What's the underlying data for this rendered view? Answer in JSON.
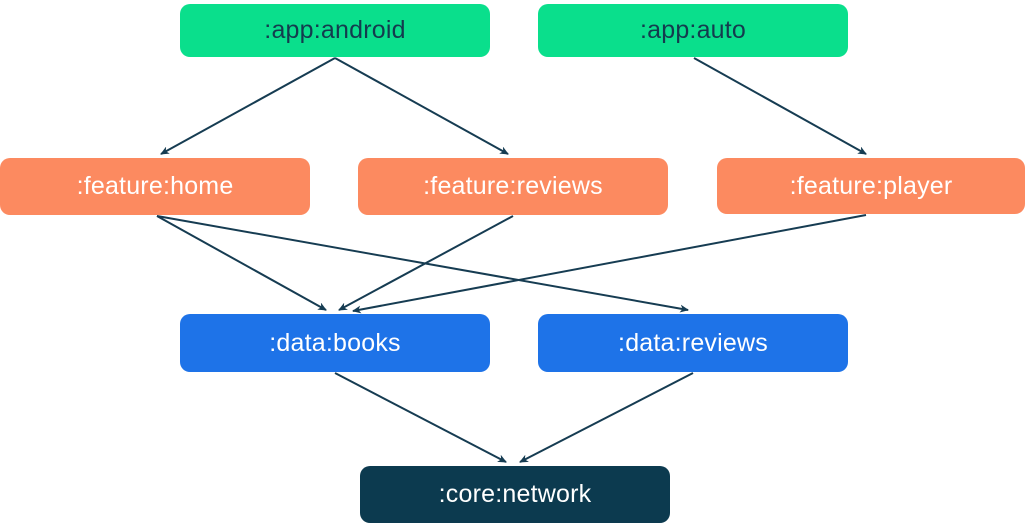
{
  "diagram": {
    "type": "dependency-graph",
    "nodes": [
      {
        "id": "app-android",
        "label": ":app:android",
        "group": "app"
      },
      {
        "id": "app-auto",
        "label": ":app:auto",
        "group": "app"
      },
      {
        "id": "feature-home",
        "label": ":feature:home",
        "group": "feature"
      },
      {
        "id": "feature-reviews",
        "label": ":feature:reviews",
        "group": "feature"
      },
      {
        "id": "feature-player",
        "label": ":feature:player",
        "group": "feature"
      },
      {
        "id": "data-books",
        "label": ":data:books",
        "group": "data"
      },
      {
        "id": "data-reviews",
        "label": ":data:reviews",
        "group": "data"
      },
      {
        "id": "core-network",
        "label": ":core:network",
        "group": "core"
      }
    ],
    "edges": [
      {
        "from": "app-android",
        "to": "feature-home"
      },
      {
        "from": "app-android",
        "to": "feature-reviews"
      },
      {
        "from": "app-auto",
        "to": "feature-player"
      },
      {
        "from": "feature-home",
        "to": "data-books"
      },
      {
        "from": "feature-home",
        "to": "data-reviews"
      },
      {
        "from": "feature-reviews",
        "to": "data-books"
      },
      {
        "from": "feature-player",
        "to": "data-books"
      },
      {
        "from": "data-books",
        "to": "core-network"
      },
      {
        "from": "data-reviews",
        "to": "core-network"
      }
    ],
    "colors": {
      "app": "#0ADF8C",
      "feature": "#FC8A60",
      "data": "#1E73E8",
      "core": "#0C3A4F",
      "edge": "#163C52",
      "text_on_app": "#143B4E",
      "text_on_feature": "#FFFFFF",
      "text_on_data": "#FFFFFF",
      "text_on_core": "#FFFFFF",
      "background": "#FFFFFF"
    }
  }
}
